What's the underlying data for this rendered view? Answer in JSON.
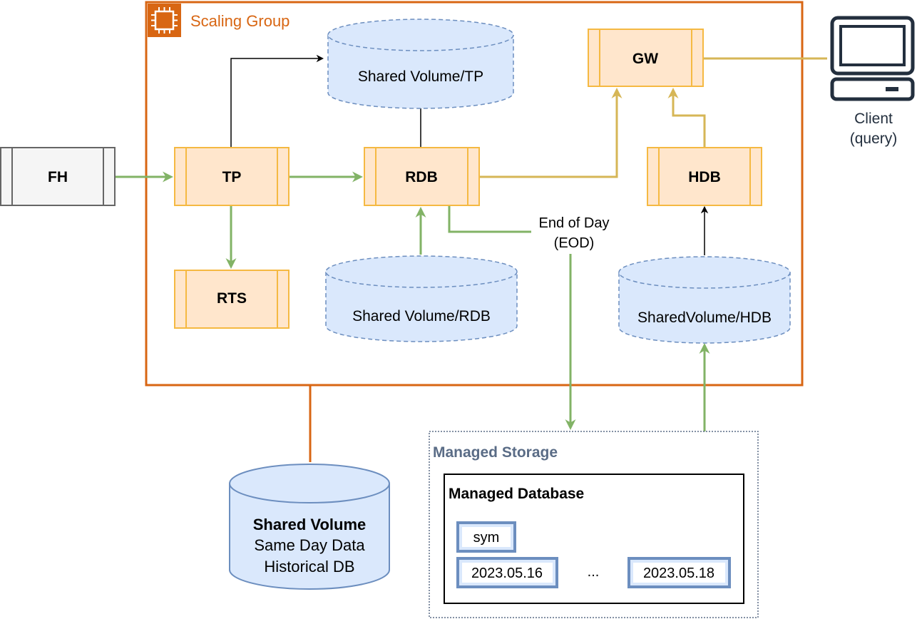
{
  "scaling_group": {
    "label": "Scaling Group",
    "color": "#D86613",
    "icon": "chip-icon"
  },
  "processes": {
    "fh": "FH",
    "tp": "TP",
    "rdb": "RDB",
    "rts": "RTS",
    "gw": "GW",
    "hdb": "HDB"
  },
  "volumes": {
    "tp": "Shared Volume/TP",
    "rdb": "Shared Volume/RDB",
    "hdb": "SharedVolume/HDB"
  },
  "eod": {
    "line1": "End of Day",
    "line2": "(EOD)"
  },
  "client": {
    "line1": "Client",
    "line2": "(query)",
    "icon": "monitor-icon"
  },
  "shared_volume": {
    "title": "Shared Volume",
    "line1": "Same Day Data",
    "line2": "Historical DB"
  },
  "managed_storage": {
    "label": "Managed Storage",
    "database_label": "Managed Database",
    "sym": "sym",
    "partition_first": "2023.05.16",
    "ellipsis": "...",
    "partition_last": "2023.05.18"
  },
  "colors": {
    "orange_border": "#D86613",
    "process_fill": "#FFE6CC",
    "process_stroke": "#F5B942",
    "gray_fill": "#F5F5F5",
    "gray_stroke": "#666666",
    "volume_fill": "#DAE8FC",
    "volume_stroke": "#6C8EBF",
    "green": "#82B366",
    "gold": "#D6B656",
    "storage_text": "#5A6C86",
    "partition_stroke": "#6C8EBF"
  }
}
